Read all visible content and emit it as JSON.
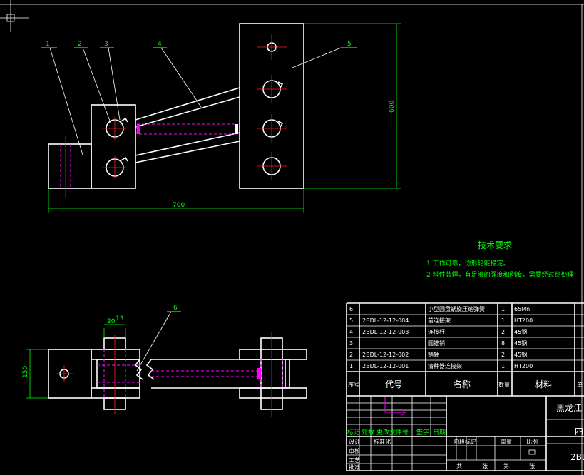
{
  "callouts": [
    "1",
    "2",
    "3",
    "4",
    "5",
    "6"
  ],
  "dims": {
    "width_bottom": "700",
    "height_right": "600",
    "top_small_a": "20",
    "top_small_b": "13",
    "height_left": "150"
  },
  "tech": {
    "title": "技术要求",
    "line1": "1 工作可靠，仿形轮能稳定。",
    "line2": "2 料件装焊，有足够的强度和刚度，需要经过热处理"
  },
  "bom": {
    "rows": [
      {
        "no": "6",
        "code": "",
        "name": "小型圆盘蜗旋压缩弹簧",
        "qty": "1",
        "mat": "65Mn"
      },
      {
        "no": "5",
        "code": "2BDL-12-12-004",
        "name": "前连接架",
        "qty": "1",
        "mat": "HT200"
      },
      {
        "no": "4",
        "code": "2BDL-12-12-003",
        "name": "连接杆",
        "qty": "2",
        "mat": "45钢"
      },
      {
        "no": "3",
        "code": "",
        "name": "圆锥销",
        "qty": "8",
        "mat": "45钢"
      },
      {
        "no": "2",
        "code": "2BDL-12-12-002",
        "name": "销轴",
        "qty": "2",
        "mat": "45钢"
      },
      {
        "no": "1",
        "code": "2BDL-12-12-001",
        "name": "清种器连接架",
        "qty": "1",
        "mat": "HT200"
      }
    ],
    "header": {
      "no": "序号",
      "code": "代号",
      "name": "名称",
      "qty": "数量",
      "mat": "材料",
      "extra": "单"
    }
  },
  "titleblock": {
    "org": "黑龙江",
    "sub": "四",
    "drawing_no": "2BD",
    "rev_labels": [
      "标记",
      "处数",
      "更改文件号",
      "签字",
      "日期"
    ],
    "row_labels": [
      "设计",
      "审核",
      "工艺",
      "批准"
    ],
    "right_labels": [
      "阶段标记",
      "重量",
      "比例"
    ],
    "bottom_labels": [
      "共",
      "张",
      "第",
      "张"
    ],
    "std_label": "标准化"
  }
}
